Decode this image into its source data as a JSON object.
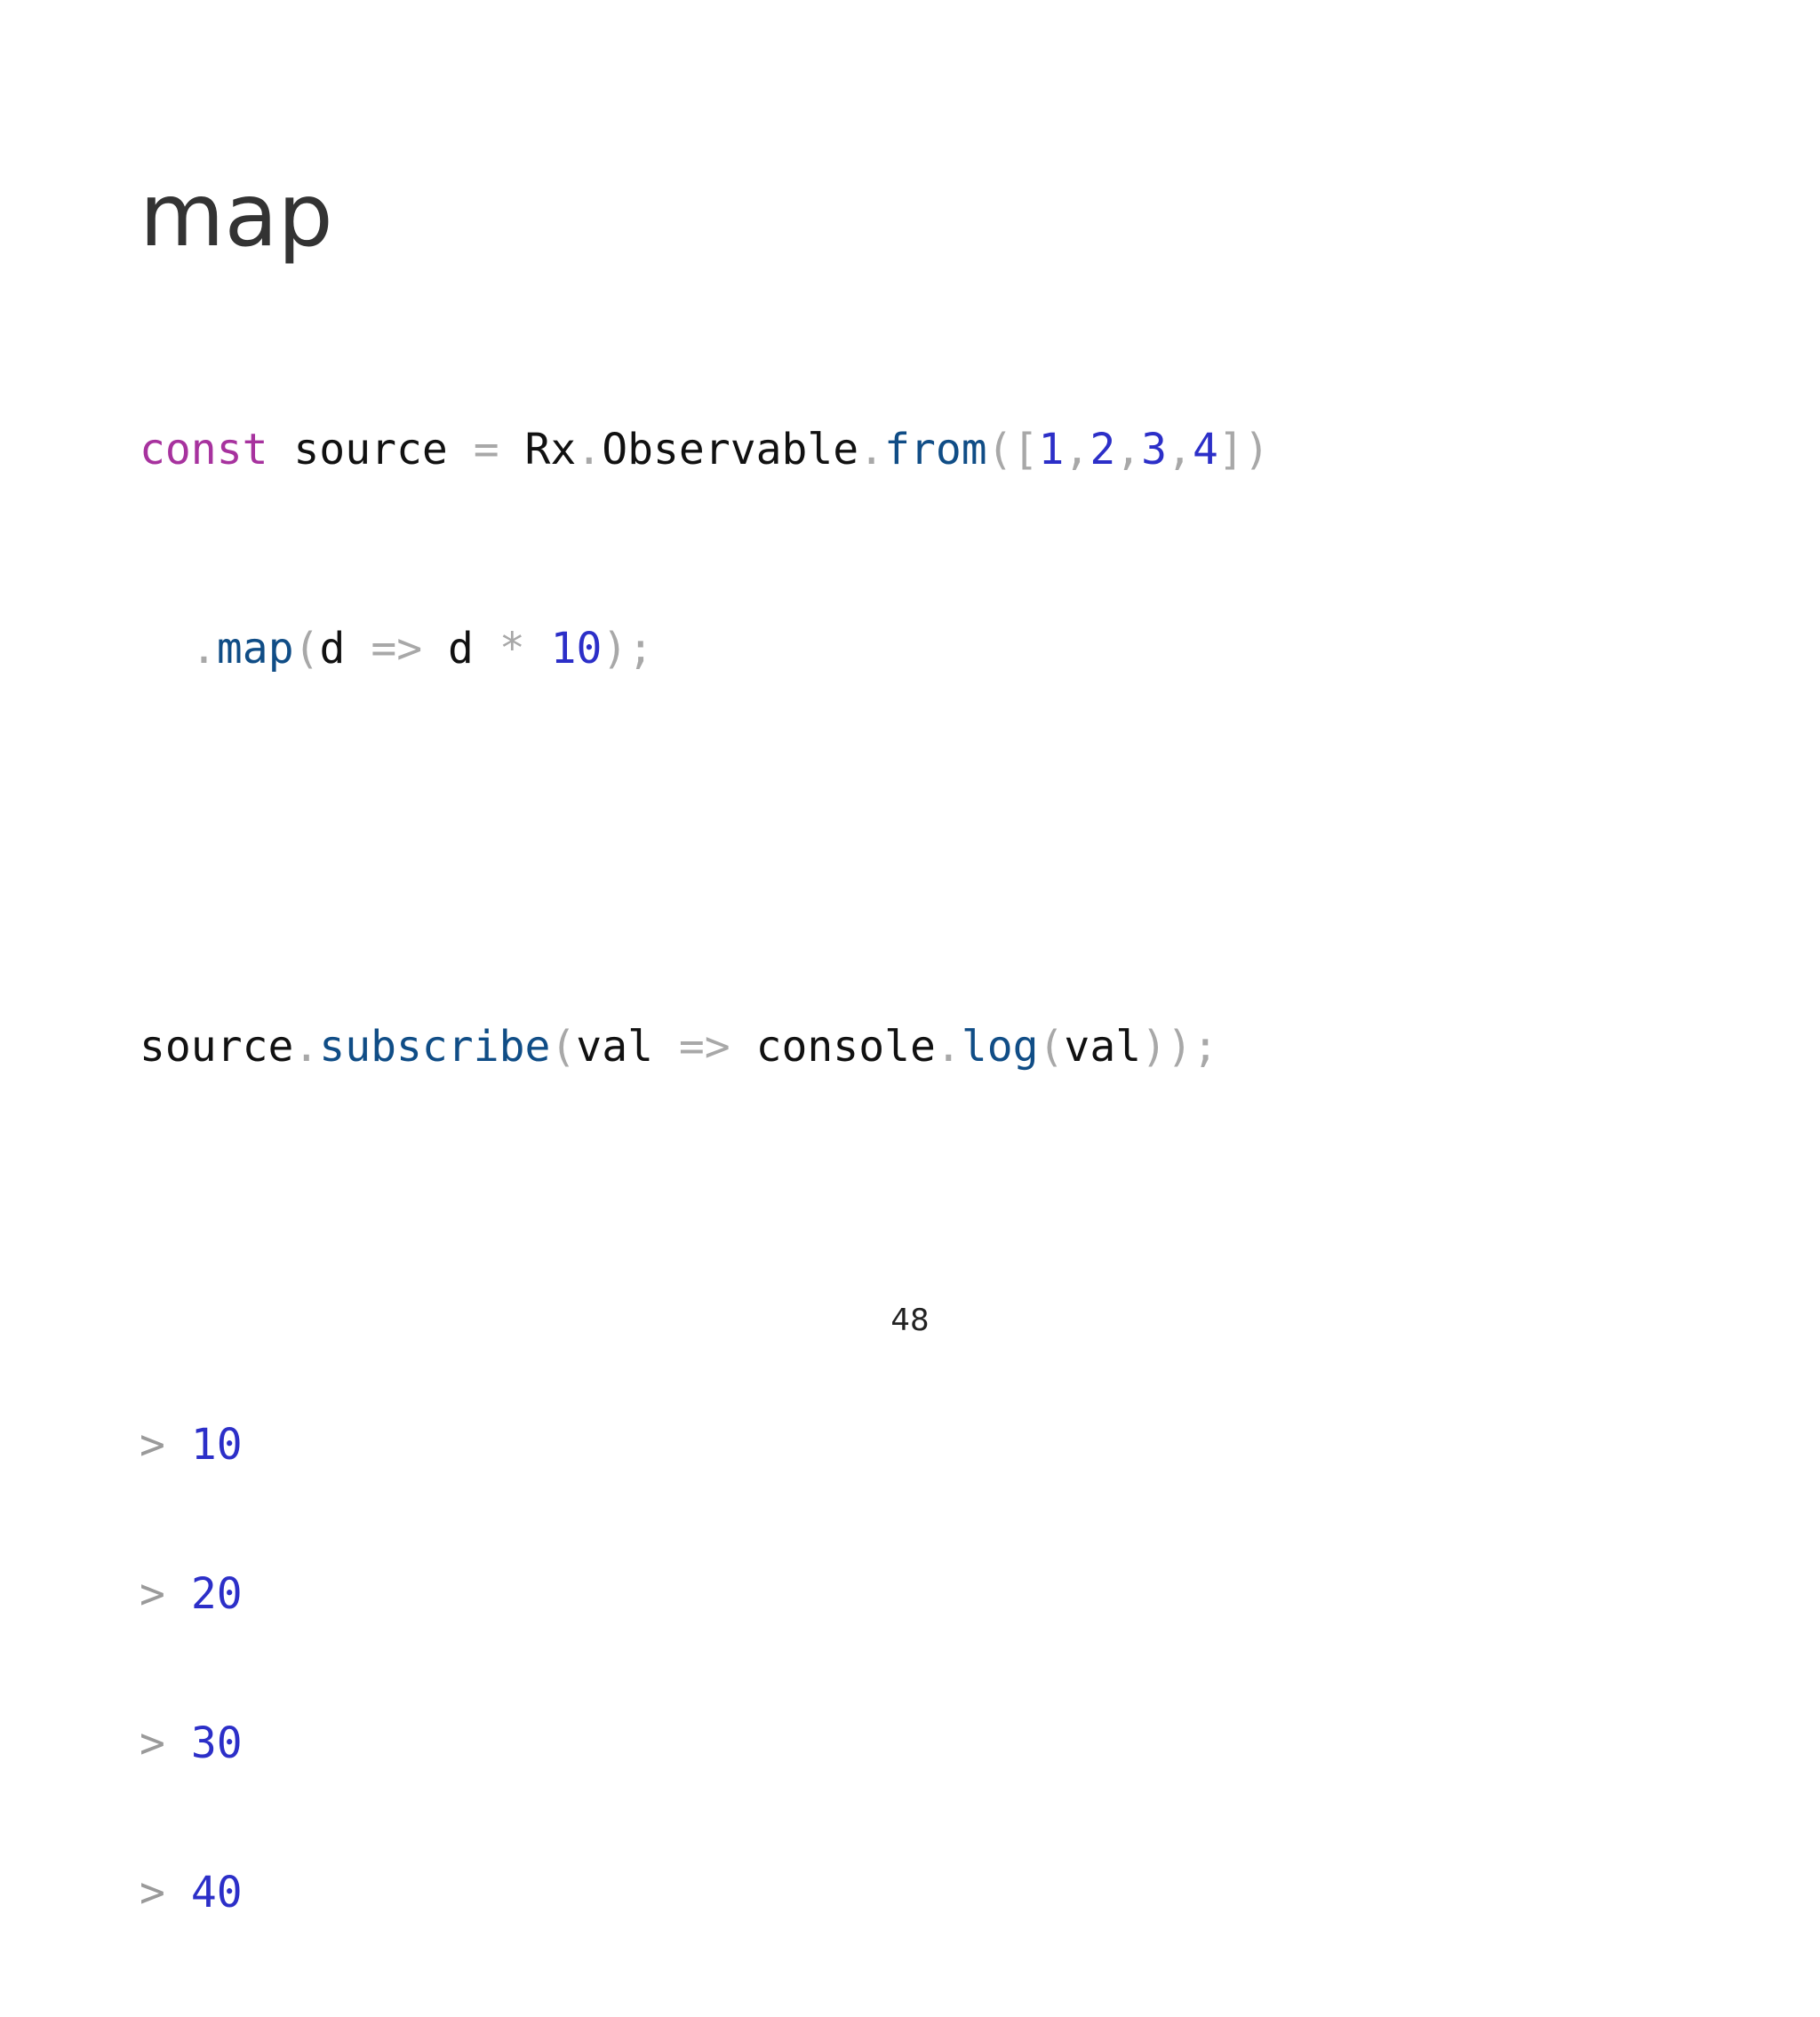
{
  "slide": {
    "title": "map",
    "page_number": "48"
  },
  "code": {
    "line1": {
      "keyword": "const",
      "variable": "source",
      "assign": "=",
      "object": "Rx",
      "dot1": ".",
      "class_name": "Observable",
      "dot2": ".",
      "method": "from",
      "open_paren": "(",
      "open_bracket": "[",
      "values": [
        "1",
        "2",
        "3",
        "4"
      ],
      "comma": ",",
      "close_bracket": "]",
      "close_paren": ")"
    },
    "line2": {
      "dot": ".",
      "method": "map",
      "open_paren": "(",
      "param": "d",
      "arrow": "=>",
      "expr_var": "d",
      "operator": "*",
      "number": "10",
      "close_paren": ")",
      "semicolon": ";"
    },
    "line4": {
      "object": "source",
      "dot1": ".",
      "method": "subscribe",
      "open_paren": "(",
      "param": "val",
      "arrow": "=>",
      "console": "console",
      "dot2": ".",
      "log": "log",
      "open_paren2": "(",
      "arg": "val",
      "close_parens": "))",
      "semicolon": ";"
    }
  },
  "output": {
    "prompt": ">",
    "values": [
      "10",
      "20",
      "30",
      "40"
    ]
  },
  "colors": {
    "keyword": "#a7329e",
    "function": "#104d86",
    "number": "#2c2fc8",
    "punctuation": "#a8a8a8",
    "text": "#111111",
    "title": "#333333"
  }
}
